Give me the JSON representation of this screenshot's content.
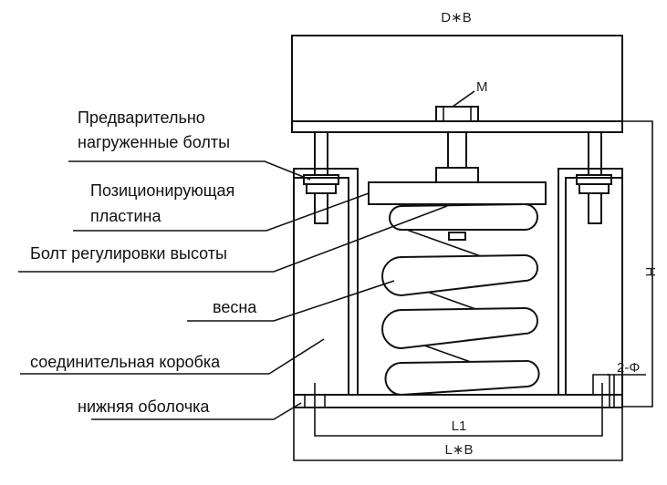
{
  "title": "Spring vibration isolator diagram",
  "labels": {
    "preloaded_bolts_line1": "Предварительно",
    "preloaded_bolts_line2": "нагруженные болты",
    "positioning_plate_line1": "Позиционирующая",
    "positioning_plate_line2": "пластина",
    "height_bolt": "Болт регулировки высоты",
    "spring": "весна",
    "junction_box": "соединительная коробка",
    "bottom_shell": "нижняя оболочка"
  },
  "dimensions": {
    "top": "D∗B",
    "bolt": "M",
    "height": "H",
    "holes": "2-Φ",
    "inner_length": "L1",
    "bottom": "L∗B"
  },
  "colors": {
    "line": "#111111",
    "background": "#ffffff"
  }
}
